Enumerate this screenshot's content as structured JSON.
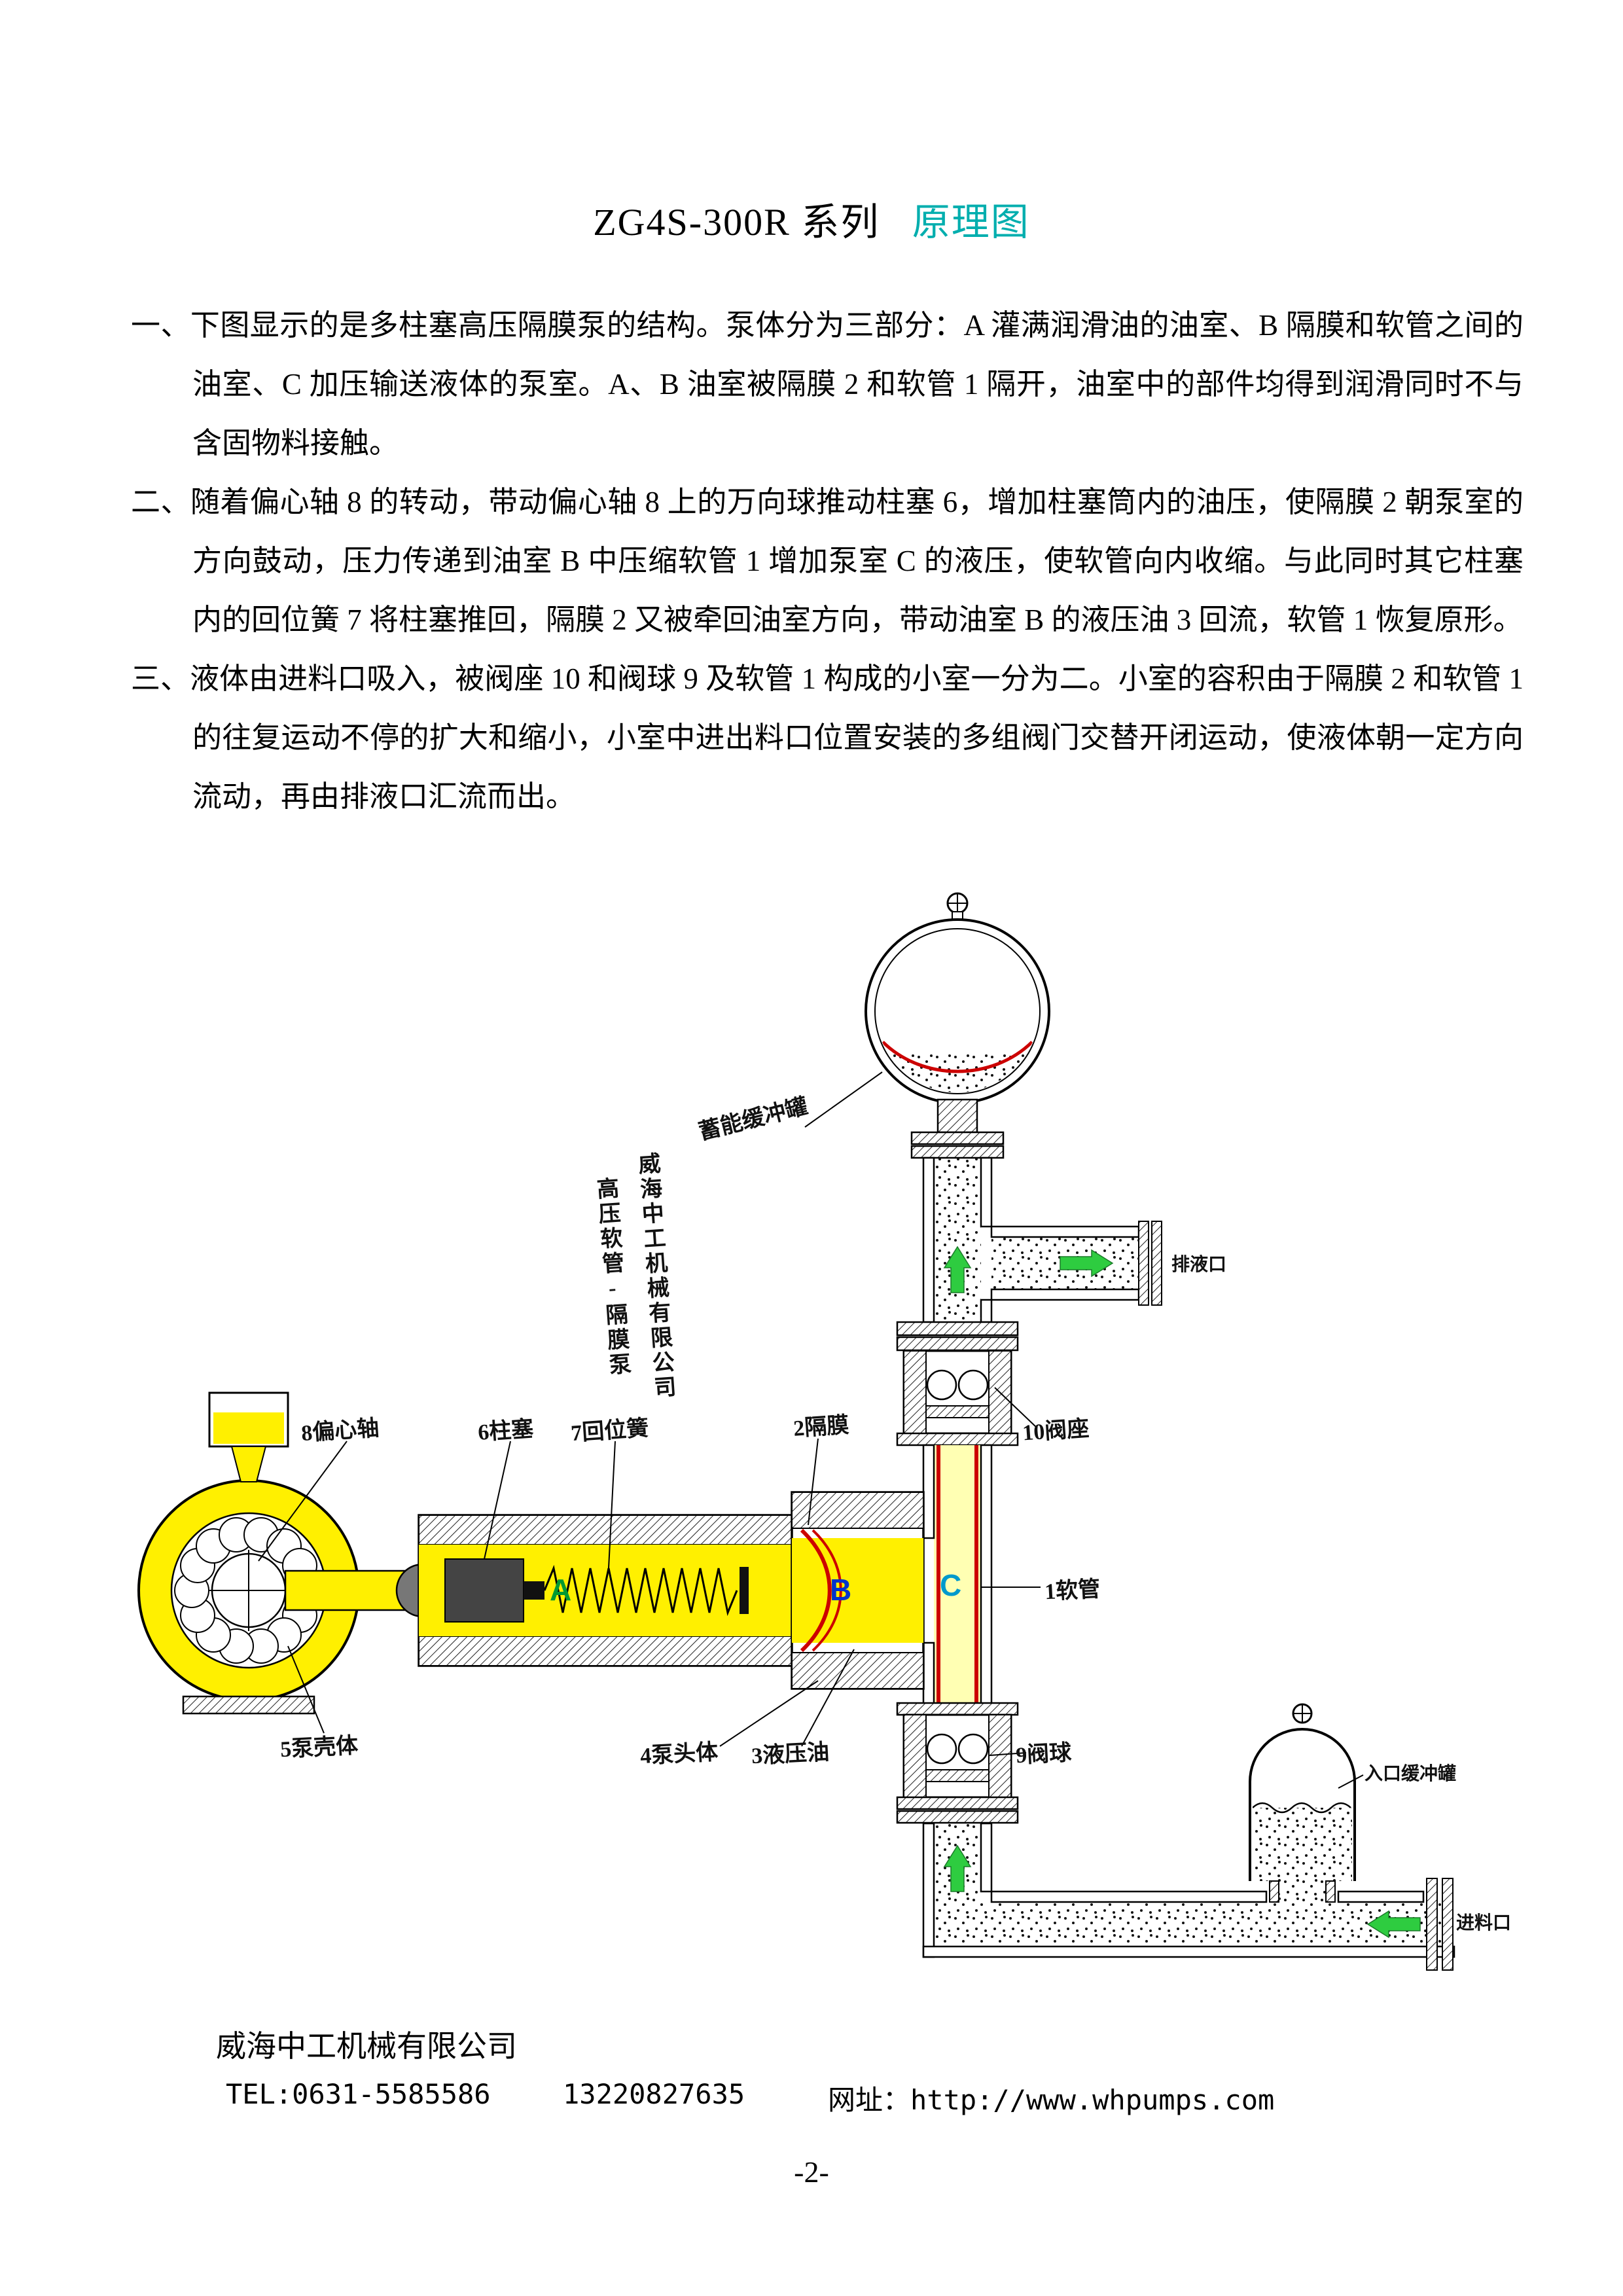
{
  "title": {
    "main": "ZG4S-300R 系列",
    "accent": "原理图"
  },
  "paragraphs": [
    {
      "num": "一、",
      "text": "下图显示的是多柱塞高压隔膜泵的结构。泵体分为三部分：A 灌满润滑油的油室、B 隔膜和软管之间的油室、C 加压输送液体的泵室。A、B 油室被隔膜 2 和软管 1 隔开，油室中的部件均得到润滑同时不与含固物料接触。"
    },
    {
      "num": "二、",
      "text": "随着偏心轴 8 的转动，带动偏心轴 8 上的万向球推动柱塞 6，增加柱塞筒内的油压，使隔膜 2 朝泵室的方向鼓动，压力传递到油室 B 中压缩软管 1 增加泵室 C 的液压，使软管向内收缩。与此同时其它柱塞内的回位簧 7 将柱塞推回，隔膜 2 又被牵回油室方向，带动油室 B 的液压油 3 回流，软管 1 恢复原形。"
    },
    {
      "num": "三、",
      "text": "液体由进料口吸入，被阀座 10 和阀球 9 及软管 1 构成的小室一分为二。小室的容积由于隔膜 2 和软管 1 的往复运动不停的扩大和缩小，小室中进出料口位置安装的多组阀门交替开闭运动，使液体朝一定方向流动，再由排液口汇流而出。"
    }
  ],
  "diagram": {
    "labels": {
      "vertical_company": "威海中工机械有限公司",
      "vertical_product": "高压软管-隔膜泵",
      "accumulator": "蓄能缓冲罐",
      "outlet_port": "排液口",
      "part8": "8偏心轴",
      "part6": "6柱塞",
      "part7": "7回位簧",
      "part2": "2隔膜",
      "part10": "10阀座",
      "part1": "1软管",
      "part5": "5泵壳体",
      "part4": "4泵头体",
      "part3": "3液压油",
      "part9": "9阀球",
      "inlet_tank": "入口缓冲罐",
      "inlet_port": "进料口",
      "chamber_a": "A",
      "chamber_b": "B",
      "chamber_c": "C"
    }
  },
  "footer": {
    "company": "威海中工机械有限公司",
    "tel": "TEL:0631-5585586",
    "mobile": "13220827635",
    "website": "网址：http://www.whpumps.com",
    "page_number": "-2-"
  },
  "colors": {
    "accent": "#00AEAE",
    "oil_yellow": "#FFF000",
    "diaphragm_red": "#CC0000",
    "flow_green": "#2ECC40",
    "chamber_a": "#009933",
    "chamber_b": "#0033CC",
    "chamber_c": "#0099CC"
  }
}
